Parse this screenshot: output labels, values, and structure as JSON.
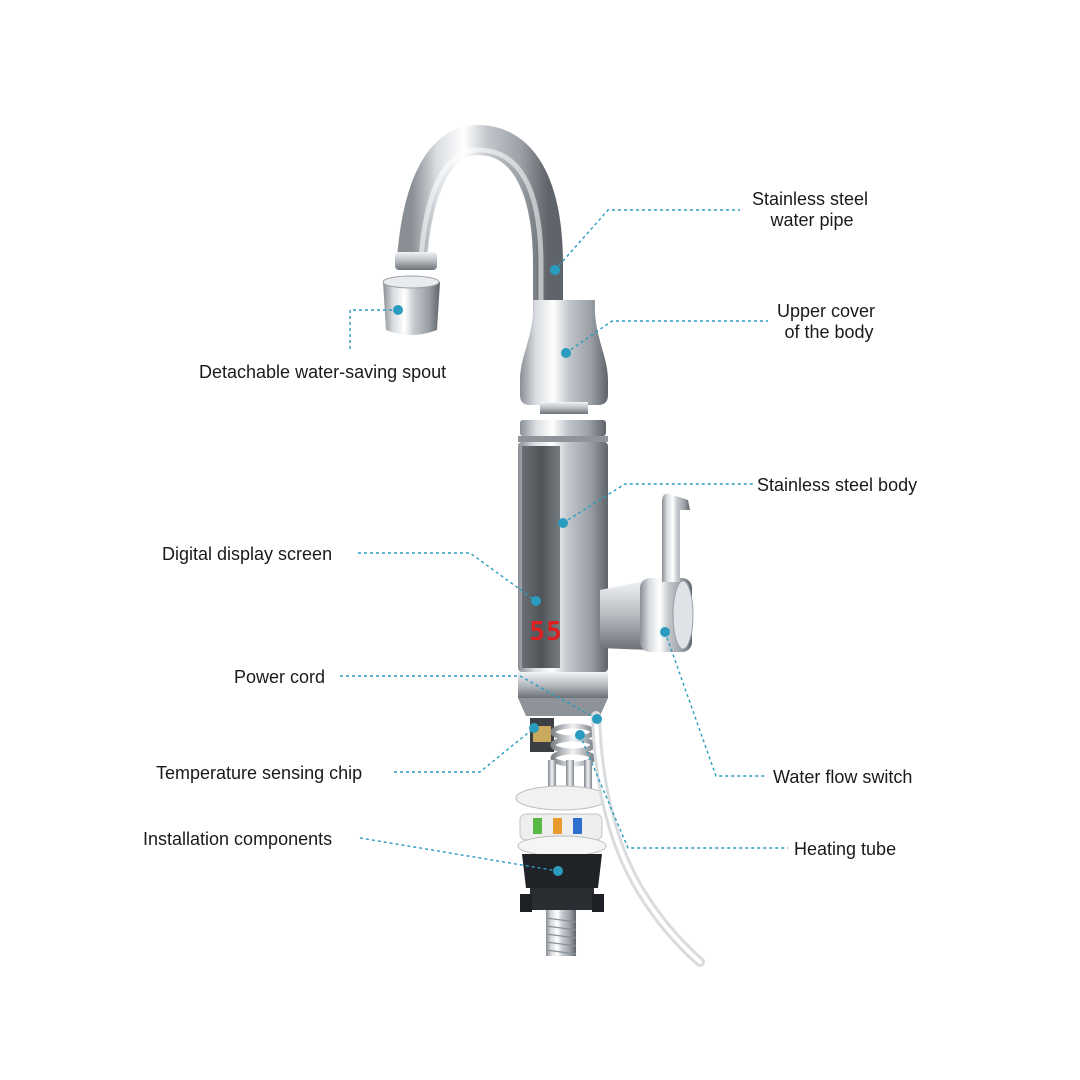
{
  "labels": {
    "water_pipe_line1": "Stainless steel",
    "water_pipe_line2": "water pipe",
    "upper_cover_line1": "Upper cover",
    "upper_cover_line2": "of the body",
    "spout": "Detachable water-saving spout",
    "body": "Stainless steel body",
    "display": "Digital display screen",
    "power_cord": "Power cord",
    "water_flow_switch": "Water flow switch",
    "temp_chip": "Temperature sensing chip",
    "installation": "Installation components",
    "heating_tube": "Heating tube"
  },
  "display_readout": "55",
  "colors": {
    "leader": "#2a9cc0",
    "display_digits": "#e02020",
    "chrome_dark": "#7d8187",
    "chrome_light": "#f4f6f8",
    "body_dark_panel": "#5c6166"
  }
}
